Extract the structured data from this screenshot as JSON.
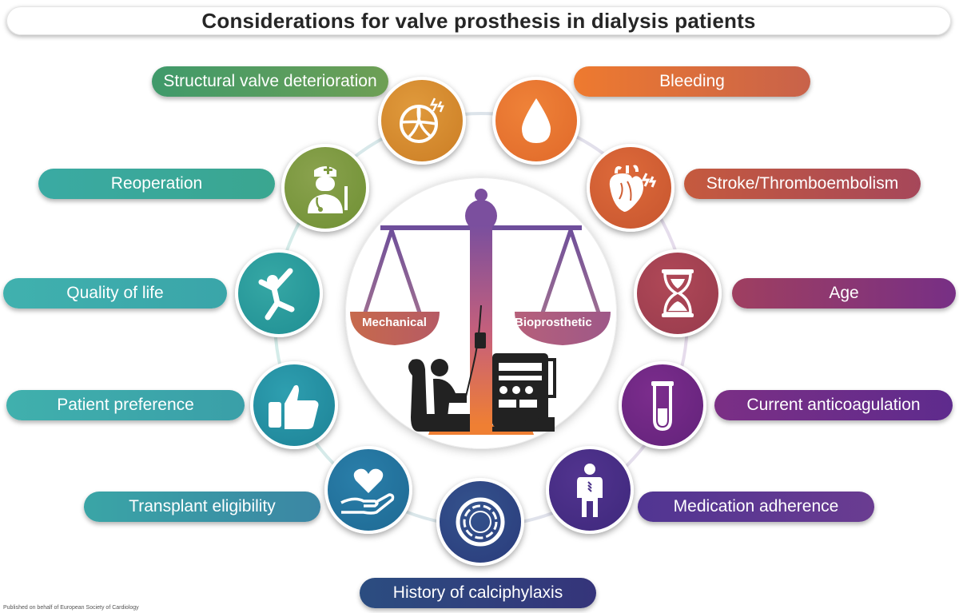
{
  "title": "Considerations for valve prosthesis in dialysis patients",
  "center": {
    "left_pan_label": "Mechanical",
    "right_pan_label": "Bioprosthetic"
  },
  "considerations": [
    {
      "label": "Structural valve deterioration",
      "icon": "calcified-valve-icon",
      "color": "#3f9a6b"
    },
    {
      "label": "Reoperation",
      "icon": "surgeon-icon",
      "color": "#3ba79a"
    },
    {
      "label": "Quality of life",
      "icon": "jumping-person-icon",
      "color": "#3aaba6"
    },
    {
      "label": "Patient preference",
      "icon": "thumbs-up-icon",
      "color": "#39a3a8"
    },
    {
      "label": "Transplant eligibility",
      "icon": "heart-in-hand-icon",
      "color": "#3b8fa6"
    },
    {
      "label": "History of calciphylaxis",
      "icon": "calcified-vessel-icon",
      "color": "#32407e"
    },
    {
      "label": "Bleeding",
      "icon": "blood-drop-icon",
      "color": "#e57436"
    },
    {
      "label": "Stroke/Thromboembolism",
      "icon": "heart-thrombus-icon",
      "color": "#c85b40"
    },
    {
      "label": "Age",
      "icon": "hourglass-icon",
      "color": "#a44557"
    },
    {
      "label": "Current anticoagulation",
      "icon": "test-tube-icon",
      "color": "#733087"
    },
    {
      "label": "Medication adherence",
      "icon": "patient-figure-icon",
      "color": "#4b3591"
    }
  ],
  "footer": "Published on behalf of European Society of Cardiology"
}
